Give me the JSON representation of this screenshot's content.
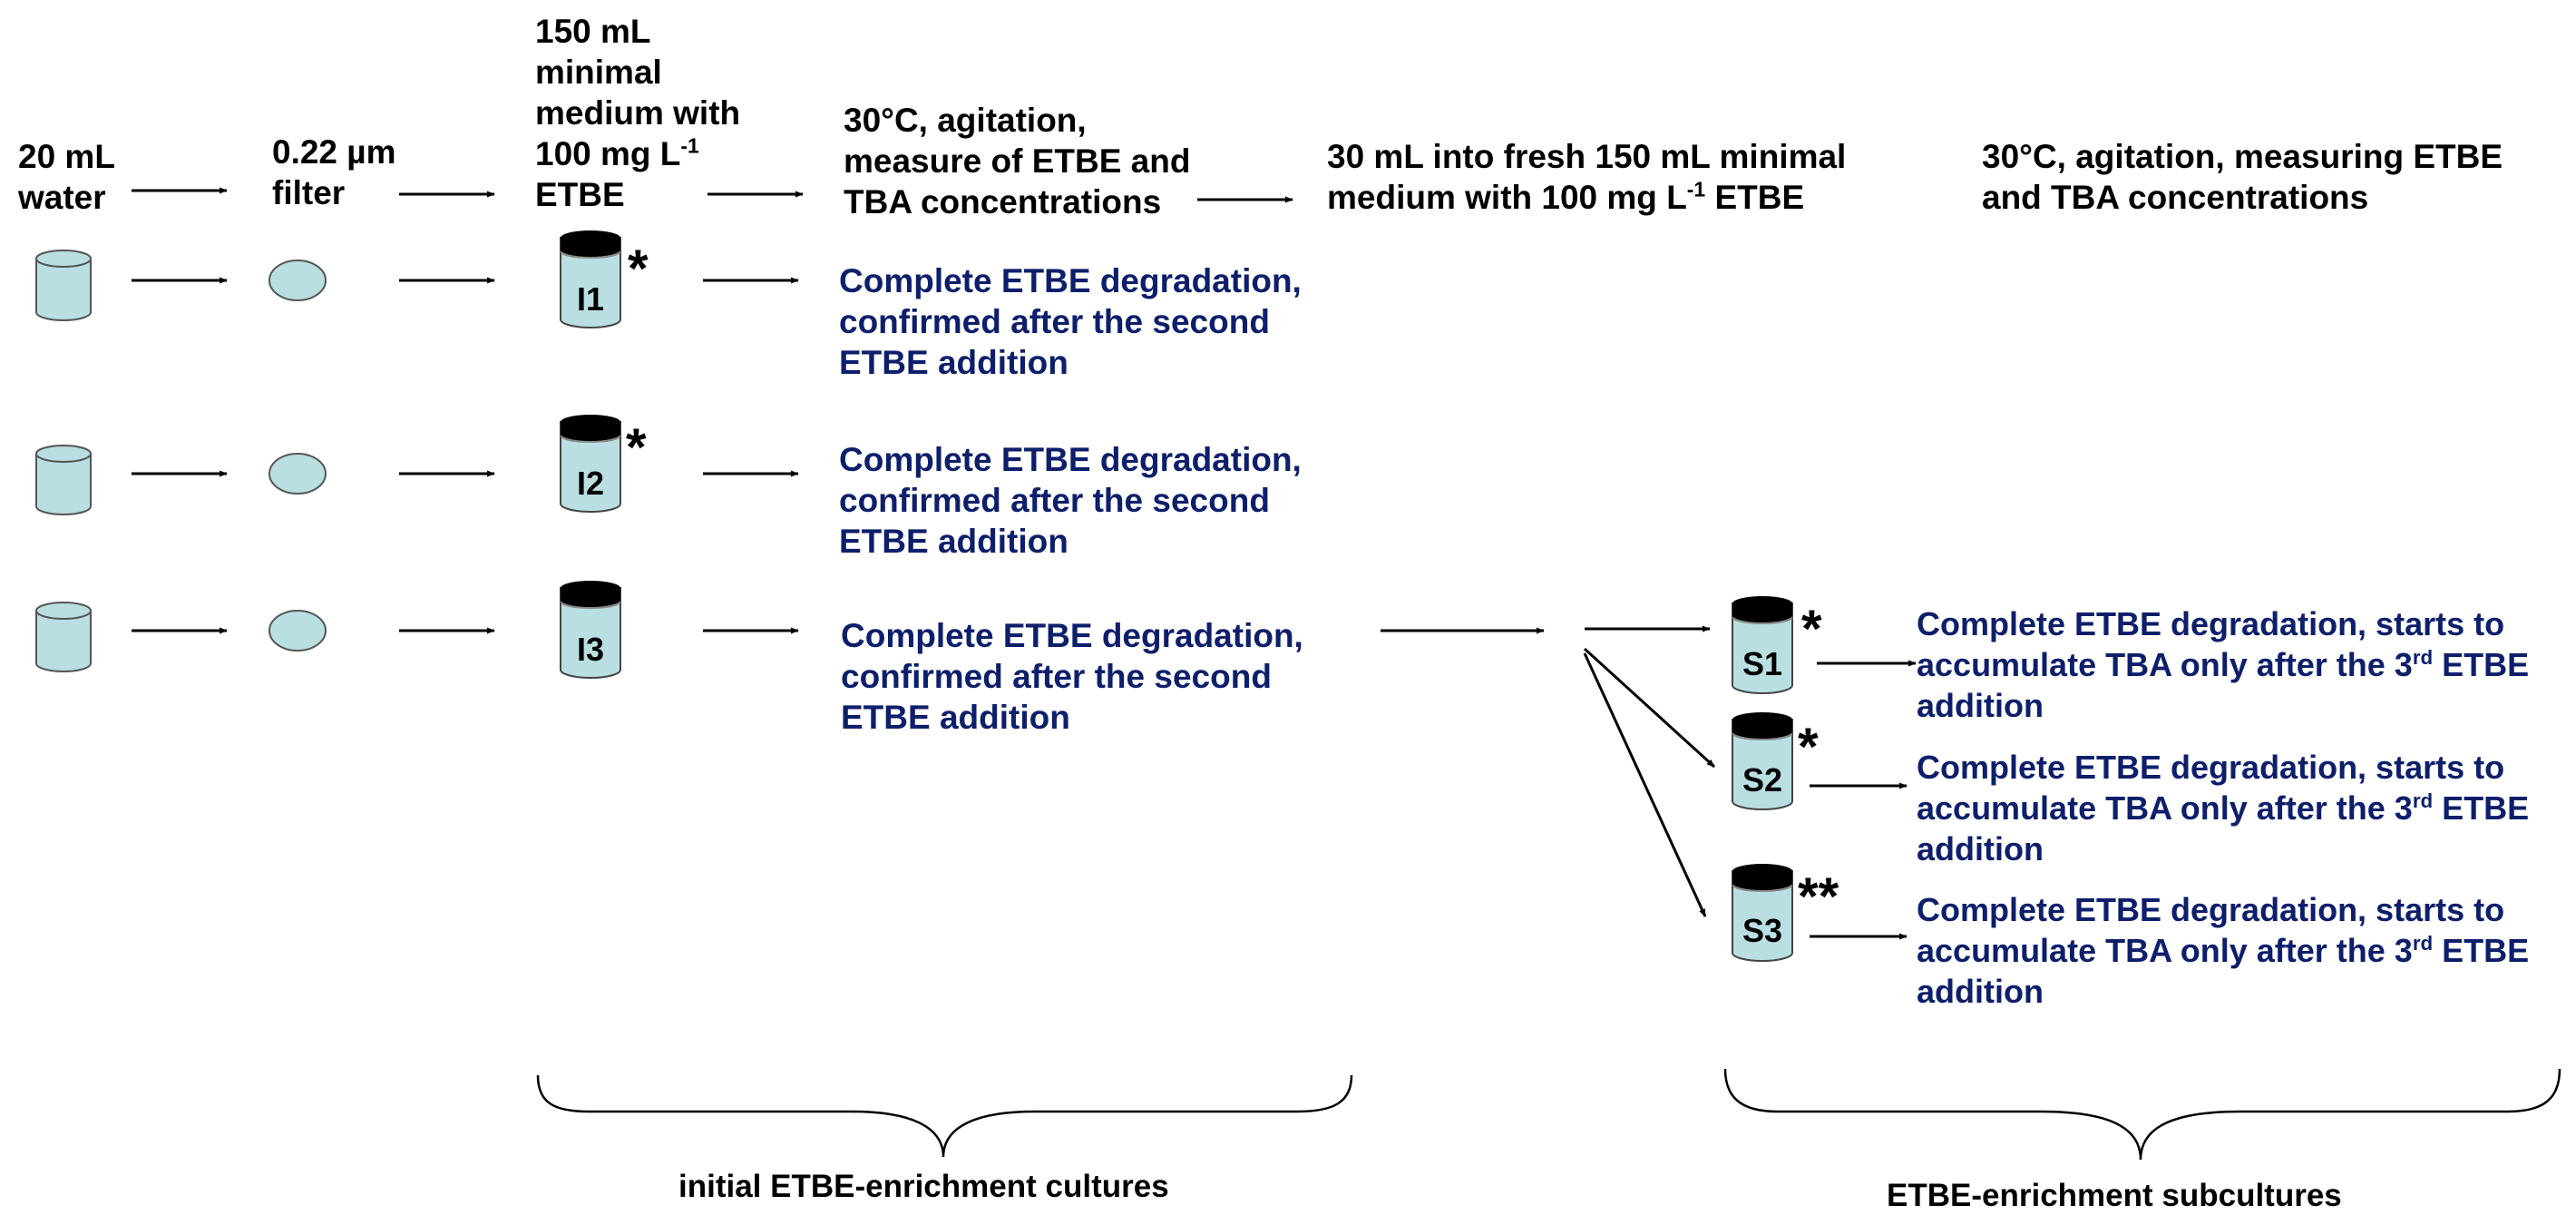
{
  "header": {
    "step1": {
      "line1": "20 mL",
      "line2": "water"
    },
    "step2": {
      "line1": "0.22 µm",
      "line2": "filter"
    },
    "step3": {
      "line1": "150 mL",
      "line2": "minimal",
      "line3": "medium with",
      "line4_a": "100 mg L",
      "line4_sup": "-1",
      "line5": "ETBE"
    },
    "step4": {
      "line1": "30°C, agitation,",
      "line2": "measure of ETBE and",
      "line3": "TBA concentrations"
    },
    "step5": {
      "line1_a": "30 mL into fresh 150 mL minimal",
      "line2_a": "medium with 100 mg L",
      "line2_sup": "-1",
      "line2_b": " ETBE"
    },
    "step6": {
      "line1": "30°C, agitation, measuring ETBE",
      "line2": "and TBA concentrations"
    }
  },
  "initial_cultures": [
    {
      "label": "I1",
      "asterisk": "*",
      "result": [
        "Complete ETBE degradation,",
        "confirmed after the second",
        "ETBE addition"
      ]
    },
    {
      "label": "I2",
      "asterisk": "*",
      "result": [
        "Complete ETBE degradation,",
        "confirmed after the second",
        "ETBE addition"
      ]
    },
    {
      "label": "I3",
      "asterisk": "",
      "result": [
        "Complete ETBE degradation,",
        "confirmed after the second",
        "ETBE addition"
      ]
    }
  ],
  "subcultures": [
    {
      "label": "S1",
      "asterisk": "*",
      "result_line1": "Complete ETBE degradation, starts to",
      "result_line2_a": "accumulate TBA only after the 3",
      "result_line2_sup": "rd",
      "result_line2_b": " ETBE",
      "result_line3": "addition"
    },
    {
      "label": "S2",
      "asterisk": "*",
      "result_line1": "Complete ETBE degradation, starts to",
      "result_line2_a": "accumulate TBA only after the 3",
      "result_line2_sup": "rd",
      "result_line2_b": " ETBE",
      "result_line3": "addition"
    },
    {
      "label": "S3",
      "asterisk": "**",
      "result_line1": "Complete ETBE degradation, starts to",
      "result_line2_a": "accumulate TBA only after the 3",
      "result_line2_sup": "rd",
      "result_line2_b": " ETBE",
      "result_line3": "addition"
    }
  ],
  "brackets": {
    "left_label": "initial ETBE-enrichment cultures",
    "right_label": "ETBE-enrichment subcultures"
  },
  "colors": {
    "liquid": "#b9dfe2",
    "cap": "#000000",
    "result_text": "#0d1f6b",
    "arrow": "#000000"
  }
}
